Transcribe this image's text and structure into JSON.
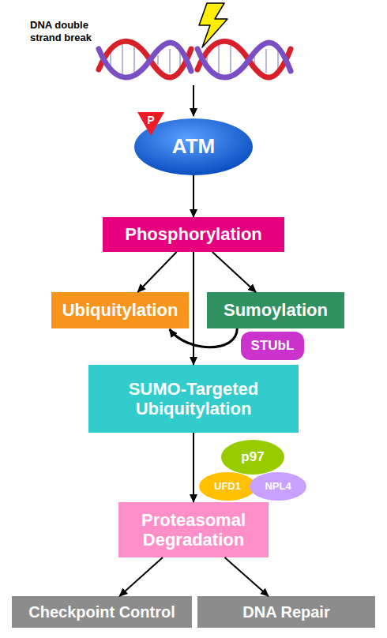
{
  "diagram": {
    "nodes": [
      {
        "text": [
          "ATM"
        ]
      },
      {
        "text": [
          "P"
        ],
        "in": 0
      },
      {
        "text": [
          "Phosphorylation"
        ]
      },
      {
        "text": [
          "Ubiquitylation"
        ]
      },
      {
        "text": [
          "Sumoylation"
        ]
      },
      {
        "text": [
          "STUbL"
        ]
      },
      {
        "text": [
          "SUMO-Targeted Ubiquitylation"
        ]
      },
      {
        "text": [
          "p97"
        ]
      },
      {
        "text": [
          "UFD1"
        ]
      },
      {
        "text": [
          "NPL4"
        ]
      },
      {
        "text": [
          "Proteasomal Degradation"
        ]
      },
      {
        "text": [
          "Checkpoint Control"
        ]
      },
      {
        "text": [
          "DNA Repair"
        ]
      }
    ],
    "edges": [
      {
        "from": 0,
        "to": 2,
        "arrow": "to"
      },
      {
        "from": 2,
        "to": 3,
        "arrow": "to"
      },
      {
        "from": 2,
        "to": 4,
        "arrow": "to"
      },
      {
        "from": 2,
        "to": 6,
        "arrow": "to"
      },
      {
        "from": 4,
        "to": 3,
        "arrow": "to"
      },
      {
        "from": 6,
        "to": 10,
        "arrow": "to"
      },
      {
        "from": 10,
        "to": 11,
        "arrow": "to"
      },
      {
        "from": 10,
        "to": 12,
        "arrow": "to"
      }
    ],
    "labels": [
      "DNA double strand break"
    ]
  }
}
